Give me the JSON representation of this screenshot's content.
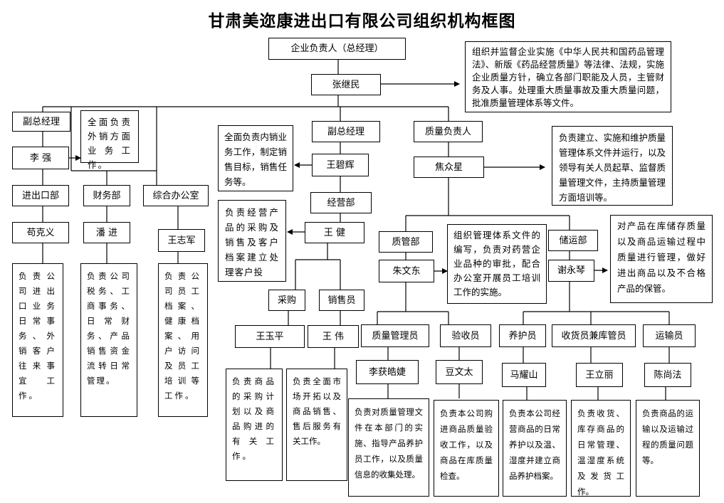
{
  "title": "甘肃美迩康进出口有限公司组织机构框图",
  "top": {
    "head": "企业负责人（总经理）",
    "head_name": "张继民",
    "head_duty": "组织并监督企业实施《中华人民共和国药品管理法》、新版《药品经营质量》等法律、法规，实施企业质量方针，确立各部门职能及人员，主管财务及人事。处理重大质量事故及重大质量问题，批准质量管理体系等文件。"
  },
  "left": {
    "vp": "副总经理",
    "vp_name": "李 强",
    "vp_duty": "全面负责外销方面业务工作。",
    "import_export": "进出口部",
    "ie_name": "苟克义",
    "ie_duty": "负责公司进出口业务日常事务、外销客户往来事宜工作。",
    "finance": "财务部",
    "fin_name": "潘 进",
    "fin_duty": "负责公司税务、工商事务、日常财务、产品销售资金流转日常管理。",
    "office": "综合办公室",
    "office_name": "王志军",
    "office_duty": "负责公司员工档案、健康档案、用户访问及员工培训等工作。"
  },
  "middle": {
    "vp": "副总经理",
    "vp_name": "王碧辉",
    "vp_duty": "全面负责内销业务工作，制定销售目标，销售任务等。",
    "ops": "经营部",
    "ops_name": "王 健",
    "ops_duty": "负责经营产品的采购及销售及客户档案建立处理客户投",
    "purchase": "采购",
    "purchase_name": "王玉平",
    "purchase_duty": "负责商品的采购计划以及商品购进的有关工作。",
    "sales": "销售员",
    "sales_name": "王 伟",
    "sales_duty": "负责全面市场开拓以及商品销售、售后服务有关工作。"
  },
  "quality": {
    "head": "质量负责人",
    "head_name": "焦众星",
    "head_duty": "负责建立、实施和维护质量管理体系文件并运行，以及领导有关人员起草、监督质量管理文件，主持质量管理方面培训等。",
    "qm_dept": "质管部",
    "qm_name": "朱文东",
    "qm_duty": "组织管理体系文件的编写，负责对药营企业品种的审批，配合办公室开展员工培训工作的实施。",
    "qm_staff": "质量管理员",
    "qm_staff_name": "李获皓婕",
    "qm_staff_duty": "负责对质量管理文件在本部门的实施、指导产品养护员工作，以及质量信息的收集处理。",
    "inspector": "验收员",
    "inspector_name": "豆文太",
    "inspector_duty": "负责本公司购进商品质量验收工作，以及商品在库质量检查。",
    "storage": "储运部",
    "storage_name": "谢永琴",
    "storage_duty": "对产品在库储存质量以及商品运输过程中质量进行管理，做好进出商品以及不合格产品的保管。",
    "maintain": "养护员",
    "maintain_name": "马耀山",
    "maintain_duty": "负责本公司经营商品的日常养护以及温、湿度并建立商品养护档案。",
    "receiver": "收货员兼库管员",
    "receiver_name": "王立丽",
    "receiver_duty": "负责收货、库存商品的日常管理、温湿度系统及发货工作。",
    "transport": "运输员",
    "transport_name": "陈尚法",
    "transport_duty": "负责商品的运输以及运输过程的质量问题等。"
  }
}
